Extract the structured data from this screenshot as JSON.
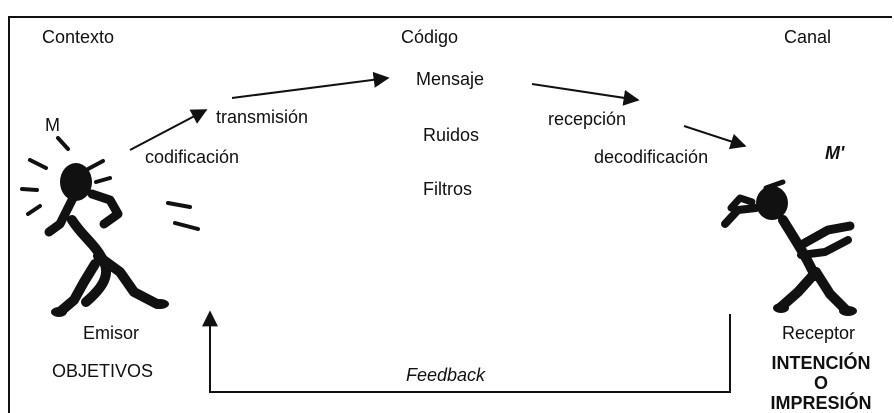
{
  "header": {
    "context": "Contexto",
    "code": "Código",
    "channel": "Canal"
  },
  "sender": {
    "mark": "M",
    "name": "Emisor",
    "goal": "OBJETIVOS"
  },
  "receiver": {
    "mark": "M'",
    "name": "Receptor",
    "intent_lines": [
      "INTENCIÓN",
      "O",
      "IMPRESIÓN"
    ]
  },
  "process": {
    "encoding": "codificación",
    "transmission": "transmisión",
    "message": "Mensaje",
    "noise": "Ruidos",
    "filters": "Filtros",
    "reception": "recepción",
    "decoding": "decodificación",
    "feedback": "Feedback"
  },
  "colors": {
    "ink": "#111111",
    "background": "#ffffff"
  }
}
